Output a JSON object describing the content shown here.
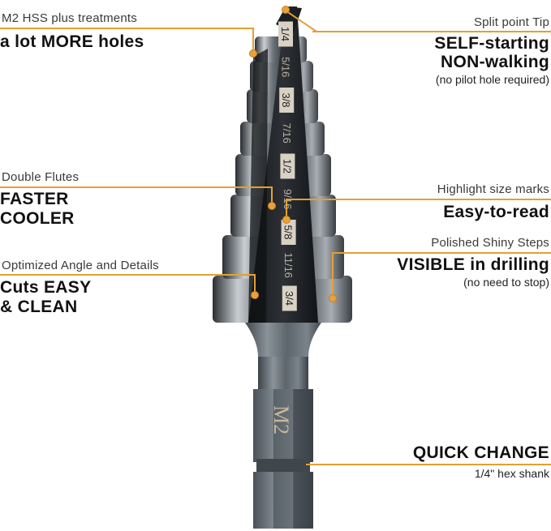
{
  "callouts": {
    "m2": {
      "label": "M2 HSS plus treatments",
      "headline": [
        "a lot MORE holes"
      ]
    },
    "split": {
      "label": "Split point Tip",
      "headline": [
        "SELF-starting",
        "NON-walking"
      ],
      "note": "(no pilot hole required)"
    },
    "flutes": {
      "label": "Double Flutes",
      "headline": [
        "FASTER",
        "COOLER"
      ]
    },
    "marks": {
      "label": "Highlight size marks",
      "headline": [
        "Easy-to-read"
      ]
    },
    "steps": {
      "label": "Polished Shiny Steps",
      "headline": [
        "VISIBLE in drilling"
      ],
      "note": "(no need to stop)"
    },
    "angle": {
      "label": "Optimized Angle and Details",
      "headline": [
        "Cuts EASY",
        "& CLEAN"
      ]
    },
    "quick": {
      "headline": [
        "QUICK CHANGE"
      ],
      "note": "1/4\" hex shank"
    }
  },
  "bit": {
    "sizes": [
      "1/4",
      "5/16",
      "3/8",
      "7/16",
      "1/2",
      "9/16",
      "5/8",
      "11/16",
      "3/4"
    ],
    "shank_mark": "M2"
  },
  "colors": {
    "accent": "#e3a033",
    "steel_dark": "#1f2226",
    "steel_light": "#9aa3aa"
  }
}
